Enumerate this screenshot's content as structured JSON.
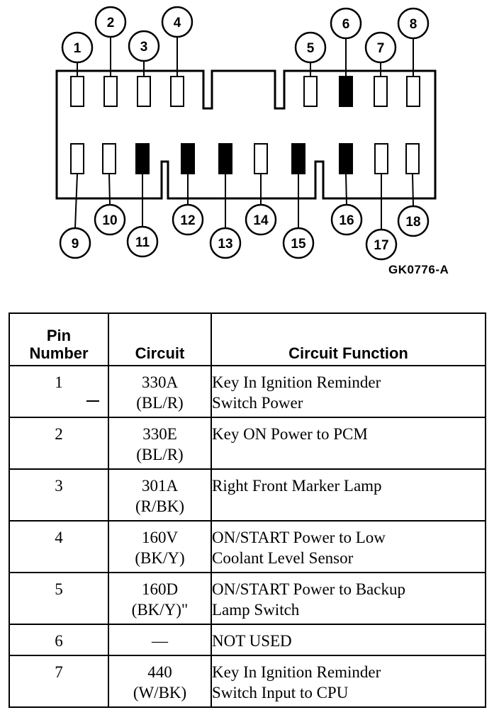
{
  "diagram": {
    "figure_ref": "GK0776-A",
    "callouts": [
      "1",
      "2",
      "3",
      "4",
      "5",
      "6",
      "7",
      "8",
      "9",
      "10",
      "11",
      "12",
      "13",
      "14",
      "15",
      "16",
      "17",
      "18"
    ],
    "filled_pins": [
      "6",
      "11",
      "12",
      "13",
      "15",
      "16"
    ]
  },
  "table": {
    "headers": {
      "pin_line1": "Pin",
      "pin_line2": "Number",
      "circuit": "Circuit",
      "function": "Circuit Function"
    },
    "rows": [
      {
        "pin": "1",
        "circuit": "330A",
        "color": "(BL/R)",
        "function_line1": "Key In Ignition Reminder",
        "function_line2": "Switch Power"
      },
      {
        "pin": "2",
        "circuit": "330E",
        "color": "(BL/R)",
        "function_line1": "Key ON Power to PCM",
        "function_line2": ""
      },
      {
        "pin": "3",
        "circuit": "301A",
        "color": "(R/BK)",
        "function_line1": "Right Front Marker Lamp",
        "function_line2": ""
      },
      {
        "pin": "4",
        "circuit": "160V",
        "color": "(BK/Y)",
        "function_line1": "ON/START Power to Low",
        "function_line2": "Coolant Level Sensor"
      },
      {
        "pin": "5",
        "circuit": "160D",
        "color": "(BK/Y)\"",
        "function_line1": "ON/START Power to Backup",
        "function_line2": "Lamp Switch"
      },
      {
        "pin": "6",
        "circuit": "—",
        "color": "",
        "function_line1": "NOT USED",
        "function_line2": ""
      },
      {
        "pin": "7",
        "circuit": "440",
        "color": "(W/BK)",
        "function_line1": "Key In Ignition Reminder",
        "function_line2": "Switch Input to CPU"
      }
    ]
  }
}
